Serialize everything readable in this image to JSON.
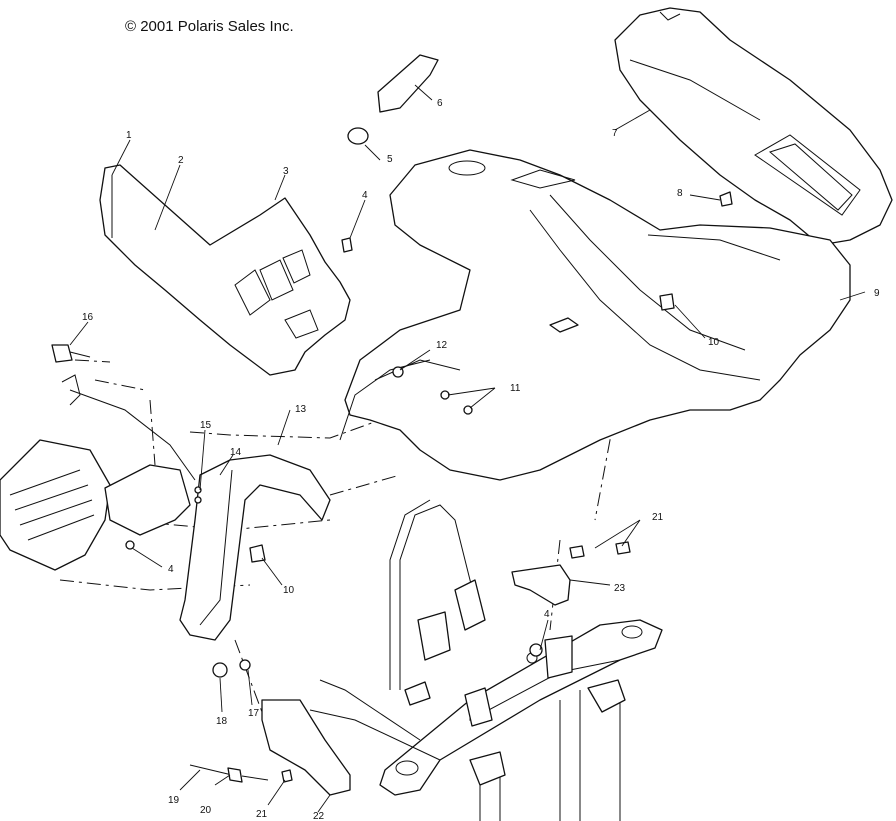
{
  "copyright": "© 2001 Polaris Sales Inc.",
  "callouts": [
    {
      "id": "c1",
      "text": "1"
    },
    {
      "id": "c2",
      "text": "2"
    },
    {
      "id": "c3",
      "text": "3"
    },
    {
      "id": "c4a",
      "text": "4"
    },
    {
      "id": "c4b",
      "text": "4"
    },
    {
      "id": "c4c",
      "text": "4"
    },
    {
      "id": "c5",
      "text": "5"
    },
    {
      "id": "c6",
      "text": "6"
    },
    {
      "id": "c7",
      "text": "7"
    },
    {
      "id": "c8",
      "text": "8"
    },
    {
      "id": "c9",
      "text": "9"
    },
    {
      "id": "c10a",
      "text": "10"
    },
    {
      "id": "c10b",
      "text": "10"
    },
    {
      "id": "c11",
      "text": "11"
    },
    {
      "id": "c12",
      "text": "12"
    },
    {
      "id": "c13",
      "text": "13"
    },
    {
      "id": "c14",
      "text": "14"
    },
    {
      "id": "c15",
      "text": "15"
    },
    {
      "id": "c16",
      "text": "16"
    },
    {
      "id": "c17",
      "text": "17"
    },
    {
      "id": "c18",
      "text": "18"
    },
    {
      "id": "c19",
      "text": "19"
    },
    {
      "id": "c20",
      "text": "20"
    },
    {
      "id": "c21a",
      "text": "21"
    },
    {
      "id": "c21b",
      "text": "21"
    },
    {
      "id": "c22",
      "text": "22"
    },
    {
      "id": "c23",
      "text": "23"
    }
  ]
}
